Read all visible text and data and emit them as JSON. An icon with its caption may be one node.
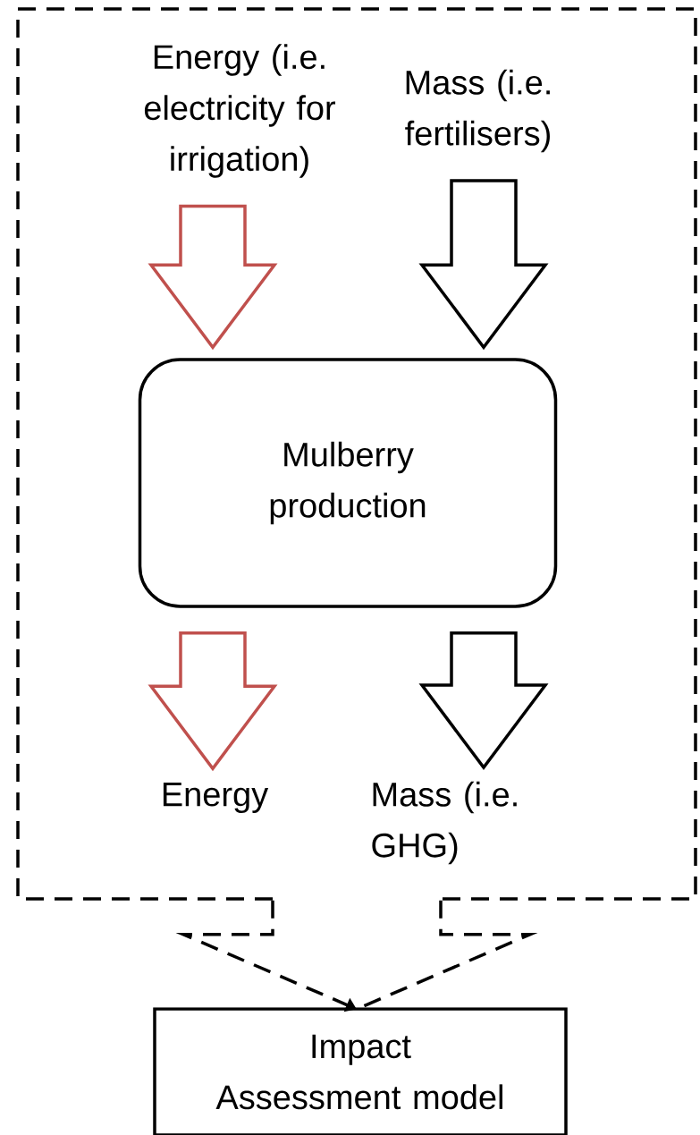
{
  "diagram": {
    "nodes": [
      {
        "text": [],
        "shape": "box"
      },
      {
        "text": [
          "Energy (i.e. electricity for irrigation)"
        ],
        "in": 0
      },
      {
        "text": [
          "Mass (i.e. fertilisers)"
        ],
        "in": 0
      },
      {
        "text": [
          "Mulberry production"
        ],
        "in": 0
      },
      {
        "text": [
          "Energy"
        ],
        "in": 0
      },
      {
        "text": [
          "Mass (i.e. GHG)"
        ],
        "in": 0
      },
      {
        "text": [
          "Impact Assessment model"
        ]
      }
    ],
    "edges": [
      {
        "from": 1,
        "to": 3,
        "arrow": "to",
        "color": "#c0504d"
      },
      {
        "from": 2,
        "to": 3,
        "arrow": "to"
      },
      {
        "from": 3,
        "to": 4,
        "arrow": "to",
        "color": "#c0504d"
      },
      {
        "from": 3,
        "to": 5,
        "arrow": "to"
      },
      {
        "from": 0,
        "to": 6,
        "arrow": "to",
        "style": "dashed"
      }
    ]
  }
}
